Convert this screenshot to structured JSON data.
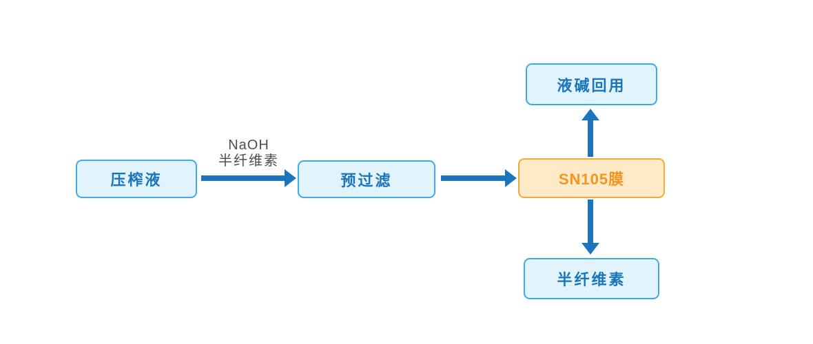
{
  "diagram": {
    "type": "flowchart",
    "nodes": [
      {
        "id": "press-liquid",
        "label": "压榨液"
      },
      {
        "id": "pre-filter",
        "label": "预过滤"
      },
      {
        "id": "sn105-membrane",
        "label": "SN105膜"
      },
      {
        "id": "caustic-recycle",
        "label": "液碱回用"
      },
      {
        "id": "hemicellulose",
        "label": "半纤维素"
      }
    ],
    "edges": [
      {
        "from": "press-liquid",
        "to": "pre-filter",
        "direction": "right",
        "label_line1": "NaOH",
        "label_line2": "半纤维素"
      },
      {
        "from": "pre-filter",
        "to": "sn105-membrane",
        "direction": "right"
      },
      {
        "from": "sn105-membrane",
        "to": "caustic-recycle",
        "direction": "up"
      },
      {
        "from": "sn105-membrane",
        "to": "hemicellulose",
        "direction": "down"
      }
    ],
    "colors": {
      "node_fill": "#e1f3fd",
      "node_border": "#3fa9e1",
      "node_text": "#1b75bb",
      "membrane_fill": "#fdeac7",
      "membrane_border": "#f5a93b",
      "membrane_text": "#f7941e",
      "arrow": "#1c75bc",
      "edge_label": "#4d4d4d"
    }
  }
}
